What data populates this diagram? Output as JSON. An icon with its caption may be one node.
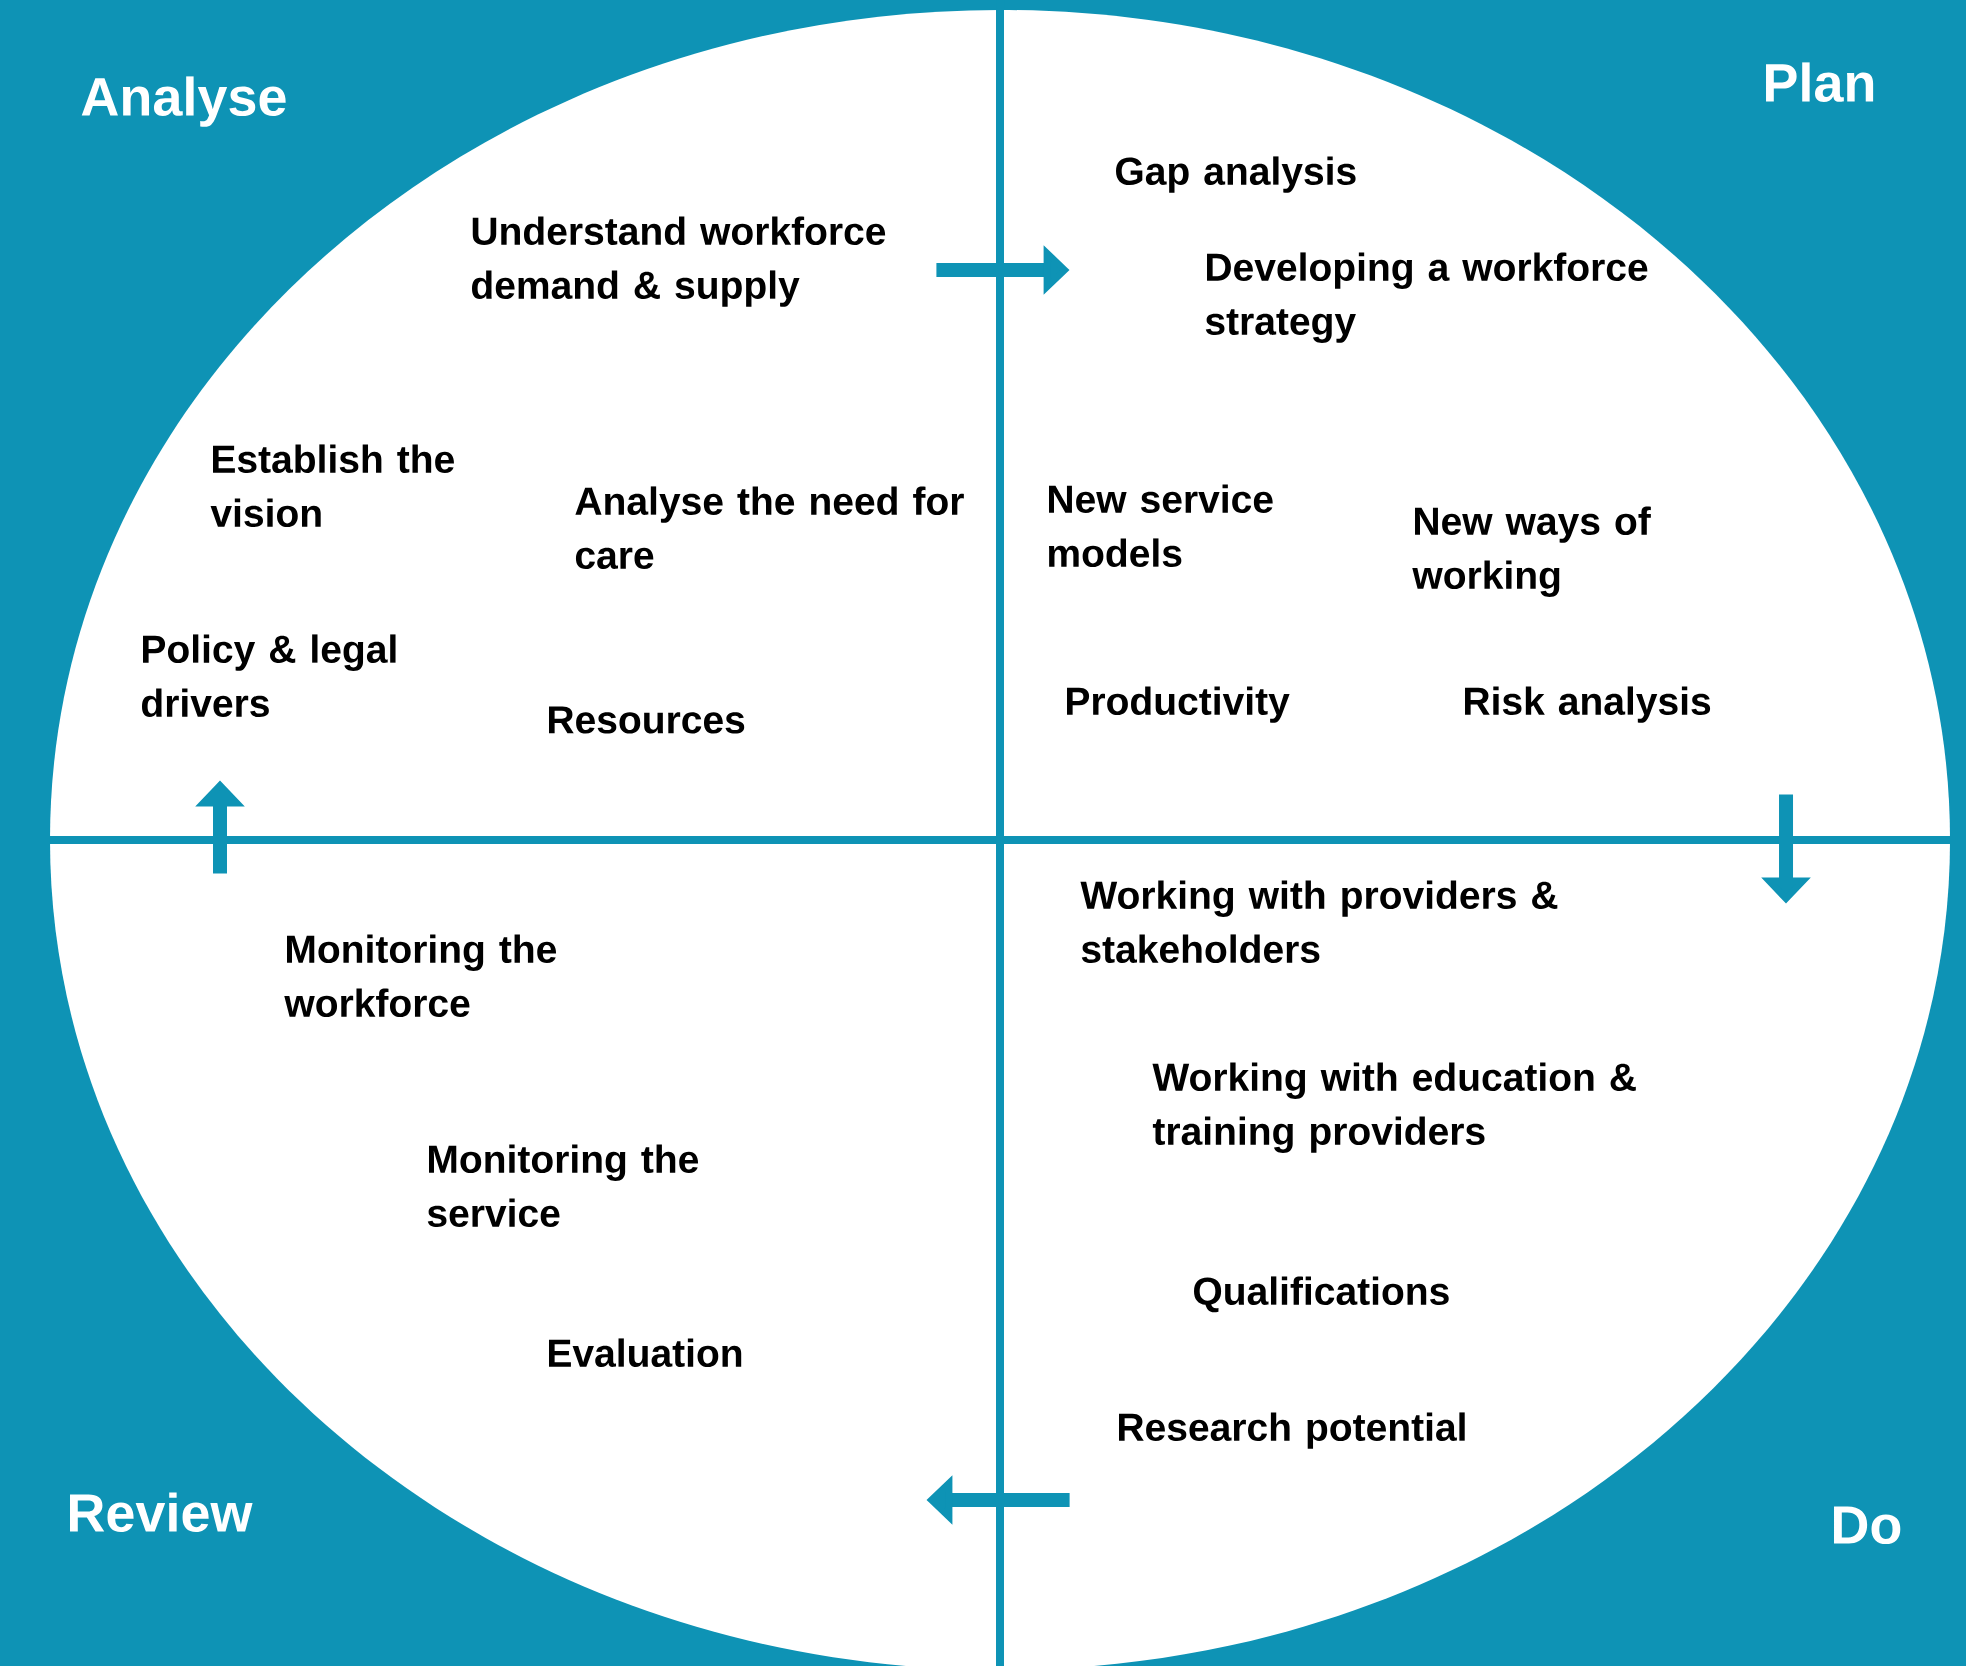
{
  "diagram": {
    "nodes": [
      {
        "text": [
          "Analyse",
          "Understand workforce demand & supply",
          "Establish the vision",
          "Analyse the need for care",
          "Policy & legal drivers",
          "Resources"
        ]
      },
      {
        "text": [
          "Plan",
          "Gap analysis",
          "Developing a workforce strategy",
          "New service models",
          "New ways of working",
          "Productivity",
          "Risk analysis"
        ]
      },
      {
        "text": [
          "Review",
          "Monitoring the workforce",
          "Monitoring the service",
          "Evaluation"
        ]
      },
      {
        "text": [
          "Do",
          "Working with providers & stakeholders",
          "Working with education & training providers",
          "Qualifications",
          "Research potential"
        ]
      }
    ],
    "edges": [
      {
        "from": 0,
        "to": 1,
        "arrow": "to"
      },
      {
        "from": 1,
        "to": 3,
        "arrow": "to"
      },
      {
        "from": 3,
        "to": 2,
        "arrow": "to"
      },
      {
        "from": 2,
        "to": 0,
        "arrow": "to"
      }
    ]
  }
}
